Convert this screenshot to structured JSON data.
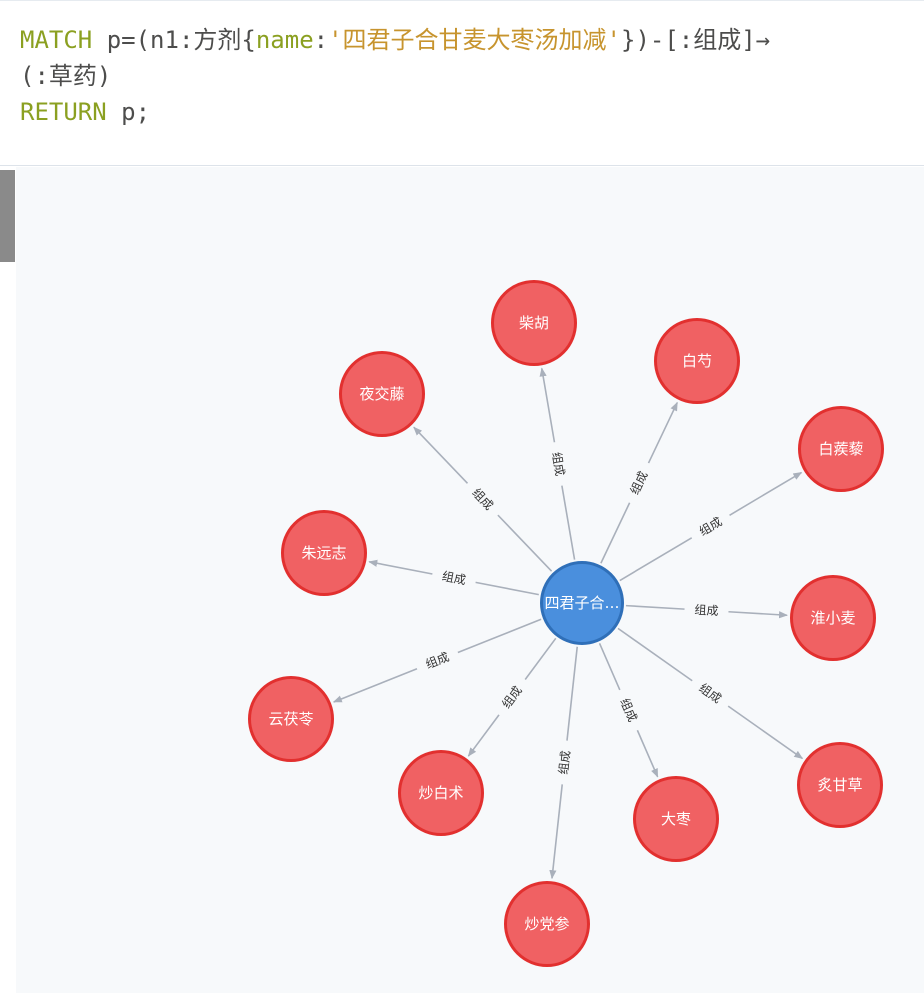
{
  "query": {
    "line1": {
      "match_kw": "MATCH",
      "var_open": " p=(n1:方剂{",
      "prop_key": "name",
      "colon": ":",
      "value": "'四君子合甘麦大枣汤加减'",
      "rel_part": "})-[:组成]→"
    },
    "line2": "(:草药)",
    "line3": {
      "return_kw": "RETURN",
      "rest": " p;"
    }
  },
  "graph": {
    "center": {
      "label": "四君子合…",
      "color": "#4a8fdd",
      "border": "#2f6fb8"
    },
    "herb_node_color": "#f06163",
    "herb_node_border": "#e2302f",
    "edge_color": "#a9b0bb",
    "relationship_label": "组成",
    "herbs": [
      {
        "label": "柴胡"
      },
      {
        "label": "白芍"
      },
      {
        "label": "白蒺藜"
      },
      {
        "label": "淮小麦"
      },
      {
        "label": "炙甘草"
      },
      {
        "label": "大枣"
      },
      {
        "label": "炒党参"
      },
      {
        "label": "炒白术"
      },
      {
        "label": "云茯苓"
      },
      {
        "label": "朱远志"
      },
      {
        "label": "夜交藤"
      }
    ]
  }
}
